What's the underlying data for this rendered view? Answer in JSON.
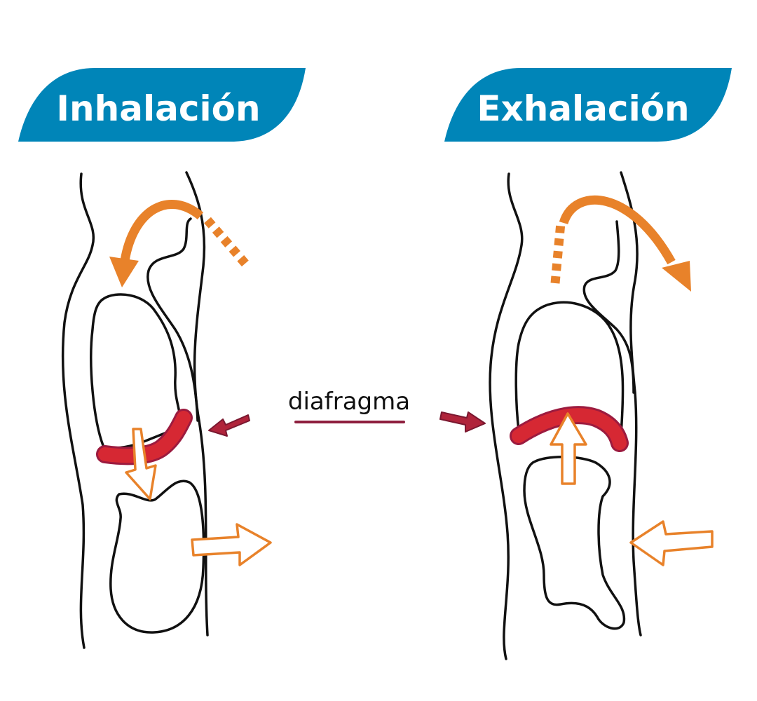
{
  "panels": {
    "inhale": {
      "title": "Inhalación"
    },
    "exhale": {
      "title": "Exhalación"
    }
  },
  "callout": {
    "label": "diafragma"
  },
  "colors": {
    "banner": "#0085B8",
    "airflow": "#E8822A",
    "diaphragm": "#D62833",
    "diaphragm_outline": "#9C1B3F",
    "pointer": "#B0243B",
    "underline": "#8E1F3E",
    "outline": "#111111"
  }
}
